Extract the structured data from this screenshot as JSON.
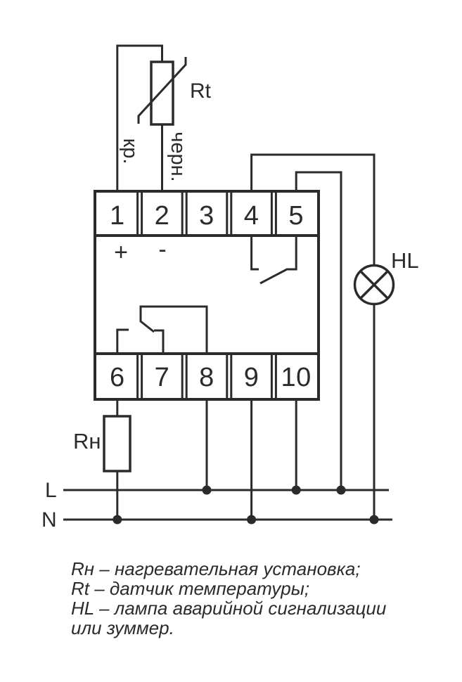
{
  "colors": {
    "line": "#2b2b2b",
    "background": "#ffffff"
  },
  "sensor": {
    "label": "Rt",
    "red_wire_label": "кр.",
    "black_wire_label": "черн."
  },
  "device": {
    "top_terminals": [
      "1",
      "2",
      "3",
      "4",
      "5"
    ],
    "bottom_terminals": [
      "6",
      "7",
      "8",
      "9",
      "10"
    ],
    "plus_label": "+",
    "minus_label": "-"
  },
  "lamp": {
    "label": "HL"
  },
  "heater": {
    "label": "Rн"
  },
  "power": {
    "line_label": "L",
    "neutral_label": "N"
  },
  "legend": {
    "lines": [
      "Rн – нагревательная установка;",
      "Rt – датчик температуры;",
      "HL – лампа аварийной сигнализации",
      "или зуммер."
    ]
  }
}
